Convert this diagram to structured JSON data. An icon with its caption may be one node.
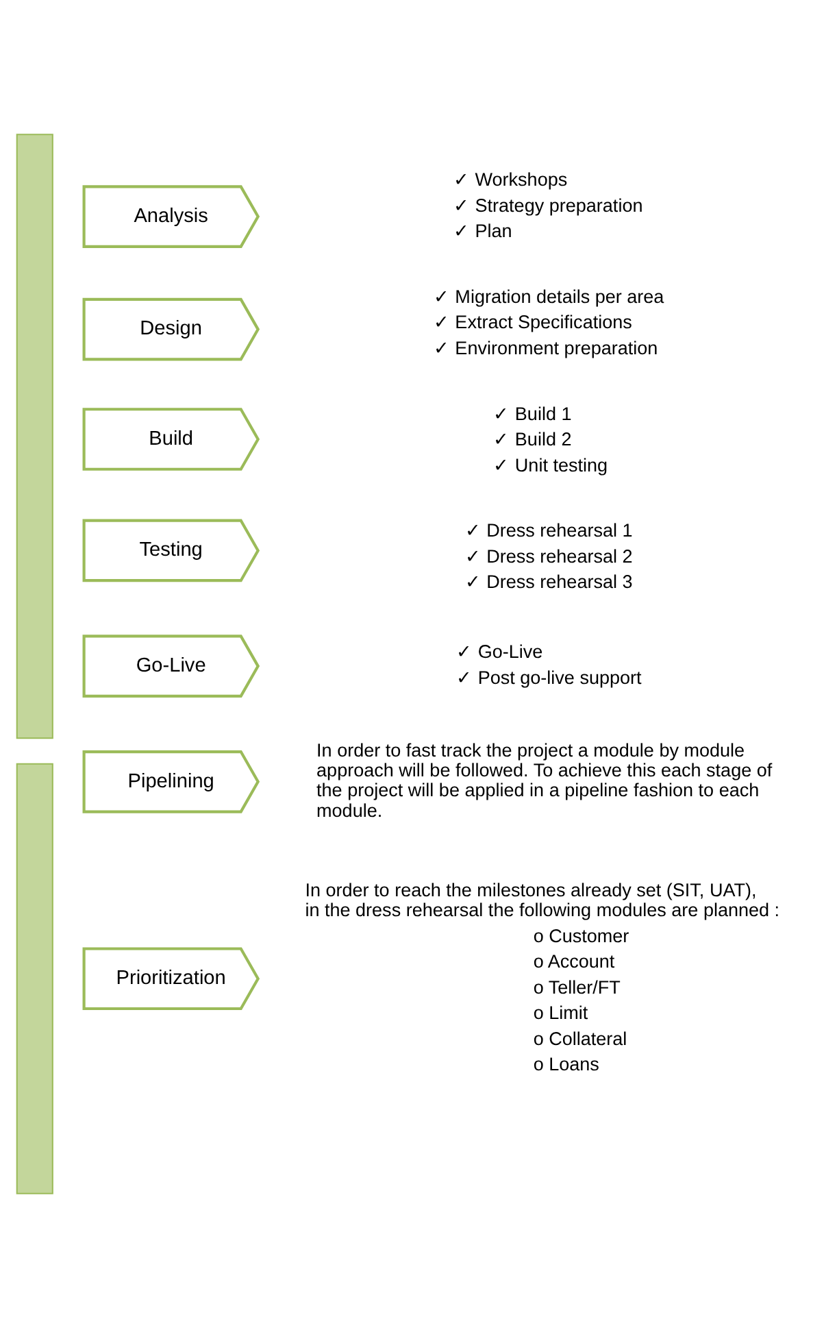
{
  "diagram": {
    "nodes": [
      {
        "text": [],
        "shape": "bar"
      },
      {
        "text": [
          "Analysis"
        ],
        "beside": [
          "✓ Workshops",
          "✓ Strategy preparation",
          "✓ Plan"
        ]
      },
      {
        "text": [
          "Design"
        ],
        "beside": [
          "✓ Migration details per area",
          "✓ Extract Specifications",
          "✓ Environment preparation"
        ]
      },
      {
        "text": [
          "Build"
        ],
        "beside": [
          "✓ Build 1",
          "✓ Build 2",
          "✓ Unit testing"
        ]
      },
      {
        "text": [
          "Testing"
        ],
        "beside": [
          "✓ Dress rehearsal 1",
          "✓ Dress rehearsal 2",
          "✓ Dress rehearsal 3"
        ]
      },
      {
        "text": [
          "Go-Live"
        ],
        "beside": [
          "✓ Go-Live",
          "✓ Post go-live support"
        ]
      },
      {
        "text": [],
        "shape": "bar"
      },
      {
        "text": [
          "Pipelining"
        ],
        "beside": [
          "In order to fast track the project a module by module approach will be followed. To achieve this each stage of the project will be applied in a pipeline fashion to each module."
        ]
      },
      {
        "text": [
          "Prioritization"
        ],
        "beside": [
          "In order to reach the milestones already set (SIT, UAT), in the dress rehearsal the following modules are planned :",
          "o Customer",
          "o Account",
          "o Teller/FT",
          "o Limit",
          "o Collateral",
          "o Loans"
        ]
      }
    ]
  }
}
